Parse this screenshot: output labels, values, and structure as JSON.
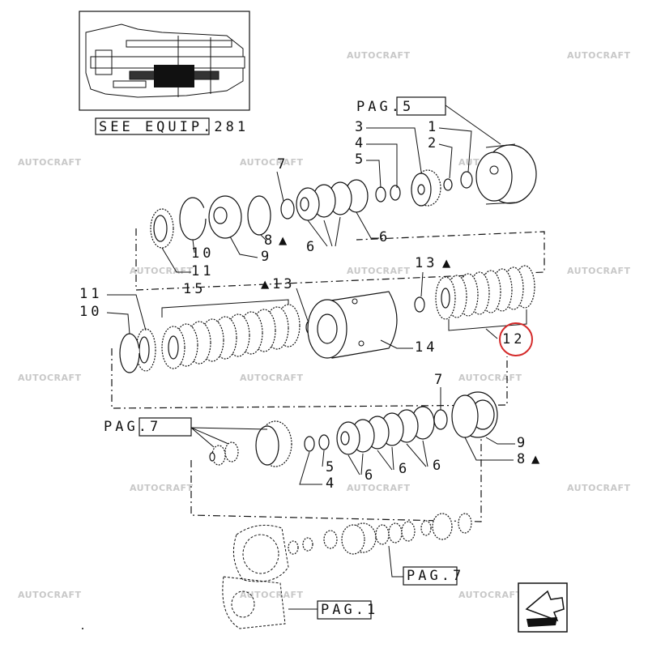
{
  "references": {
    "see_equip": "SEE EQUIP.281",
    "pag5": "PAG.5",
    "pag7_left": "PAG.7",
    "pag7_bottom": "PAG.7",
    "pag1": "PAG.1"
  },
  "callouts": {
    "c1": "1",
    "c2": "2",
    "c3": "3",
    "c4": "4",
    "c5": "5",
    "c6a": "6",
    "c6b": "6",
    "c7": "7",
    "c8": "8",
    "c9": "9",
    "c10": "10",
    "c11": "11",
    "c15": "15",
    "c11b": "11",
    "c10b": "10",
    "c13a": "13",
    "c13b": "13",
    "c14": "14",
    "c12": "12",
    "c7b": "7",
    "c9b": "9",
    "c8b": "8",
    "c5b": "5",
    "c4b": "4",
    "c6c": "6",
    "c6d": "6",
    "c6e": "6"
  },
  "triangle": "▲",
  "watermark": "AUTOCRAFT",
  "highlight_color": "#d42a2a",
  "icons": [
    "nav-arrow-icon"
  ]
}
